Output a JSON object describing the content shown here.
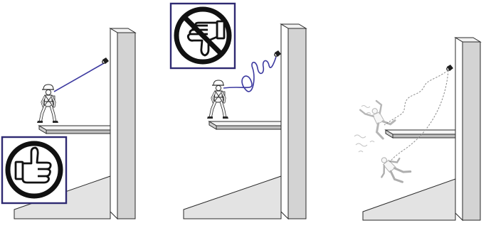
{
  "scene": {
    "panels": [
      {
        "id": "taut-lanyard",
        "verdict": "approved",
        "badge_icon": "thumbs-up-icon"
      },
      {
        "id": "slack-lanyard",
        "verdict": "prohibited",
        "badge_icon": "thumbs-down-prohibited-icon"
      },
      {
        "id": "fall-arrest",
        "verdict": "consequence",
        "badge_icon": ""
      }
    ]
  },
  "colors": {
    "lanyard": "#3d3aa0",
    "badge_frame": "#2f2a72",
    "wall_face": "#ffffff",
    "wall_side": "#d3d3d3",
    "floor": "#e3e3e3",
    "outline": "#2a2a2a",
    "ghost": "#b8b8b8"
  }
}
